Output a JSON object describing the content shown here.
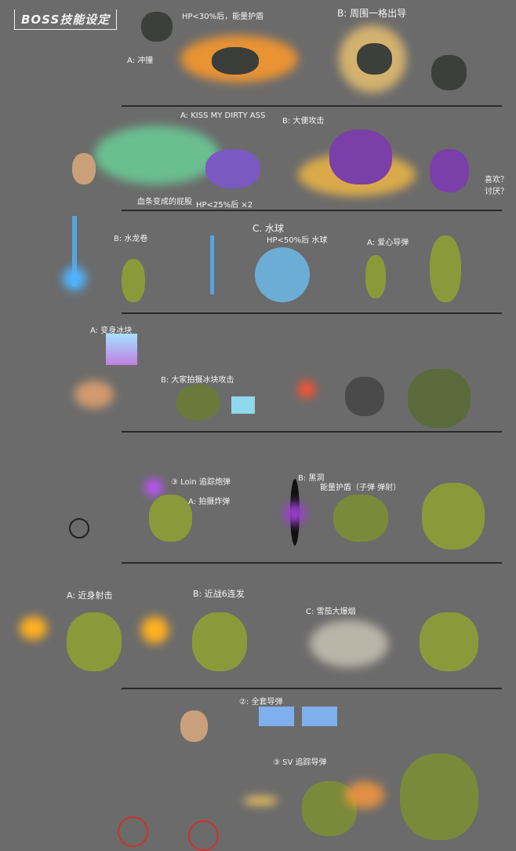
{
  "title": "BOSS技能设定",
  "sections": [
    {
      "notes": [
        "HP<30%后，能量护盾",
        "A: 冲撞",
        "B: 周围一格出导"
      ]
    },
    {
      "notes": [
        "A: KISS MY DIRTY ASS",
        "B: 大便攻击",
        "血条变成的屁股",
        "HP<25%后 ×2",
        "喜欢？ 讨厌？"
      ]
    },
    {
      "notes": [
        "B: 水龙卷",
        "C. 水球",
        "HP<50%后 水球",
        "A: 爱心导弹"
      ]
    },
    {
      "notes": [
        "A: 变身冰块",
        "B: 大家拍摄冰块攻击"
      ]
    },
    {
      "notes": [
        "③ Loin 追踪炮弹",
        "A: 拍摄炸弹",
        "B: 黑洞",
        "能量护盾（子弹 弹射）"
      ]
    },
    {
      "notes": [
        "A: 近身射击",
        "B: 近战6连发",
        "C: 雪茄大爆烟"
      ]
    },
    {
      "notes": [
        "②: 全套导弹",
        "③ SV 追踪导弹"
      ]
    }
  ],
  "colors": {
    "background": "#6b6b6b",
    "divider": "#2a2a2a",
    "accent_fire": "#ffb020",
    "accent_green": "#7acc88",
    "accent_blue": "#4fb4ff",
    "accent_purple": "#9b3fcf",
    "character_green": "#8a9a3a"
  }
}
